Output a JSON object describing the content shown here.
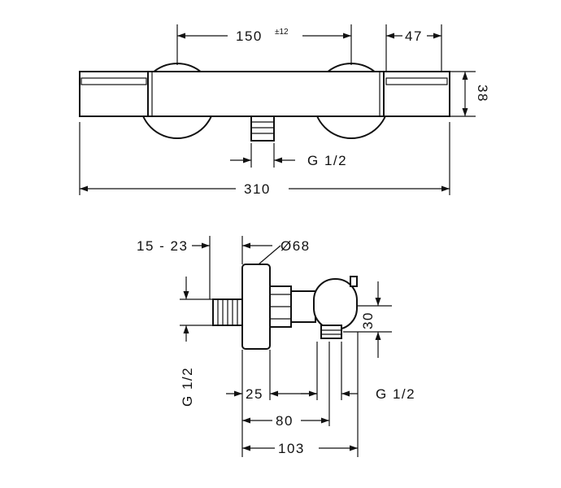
{
  "top_view": {
    "dim_center_distance": "150",
    "dim_center_tolerance": "±12",
    "dim_handle_width": "47",
    "dim_height": "38",
    "dim_outlet_thread": "G 1/2",
    "dim_total_length": "310"
  },
  "side_view": {
    "dim_eccentric_range": "15 - 23",
    "dim_diameter": "Ø68",
    "dim_inlet_thread": "G 1/2",
    "dim_outlet_height": "30",
    "dim_escutcheon_depth": "25",
    "dim_outlet_thread": "G 1/2",
    "dim_outlet_offset": "80",
    "dim_total_depth": "103"
  }
}
